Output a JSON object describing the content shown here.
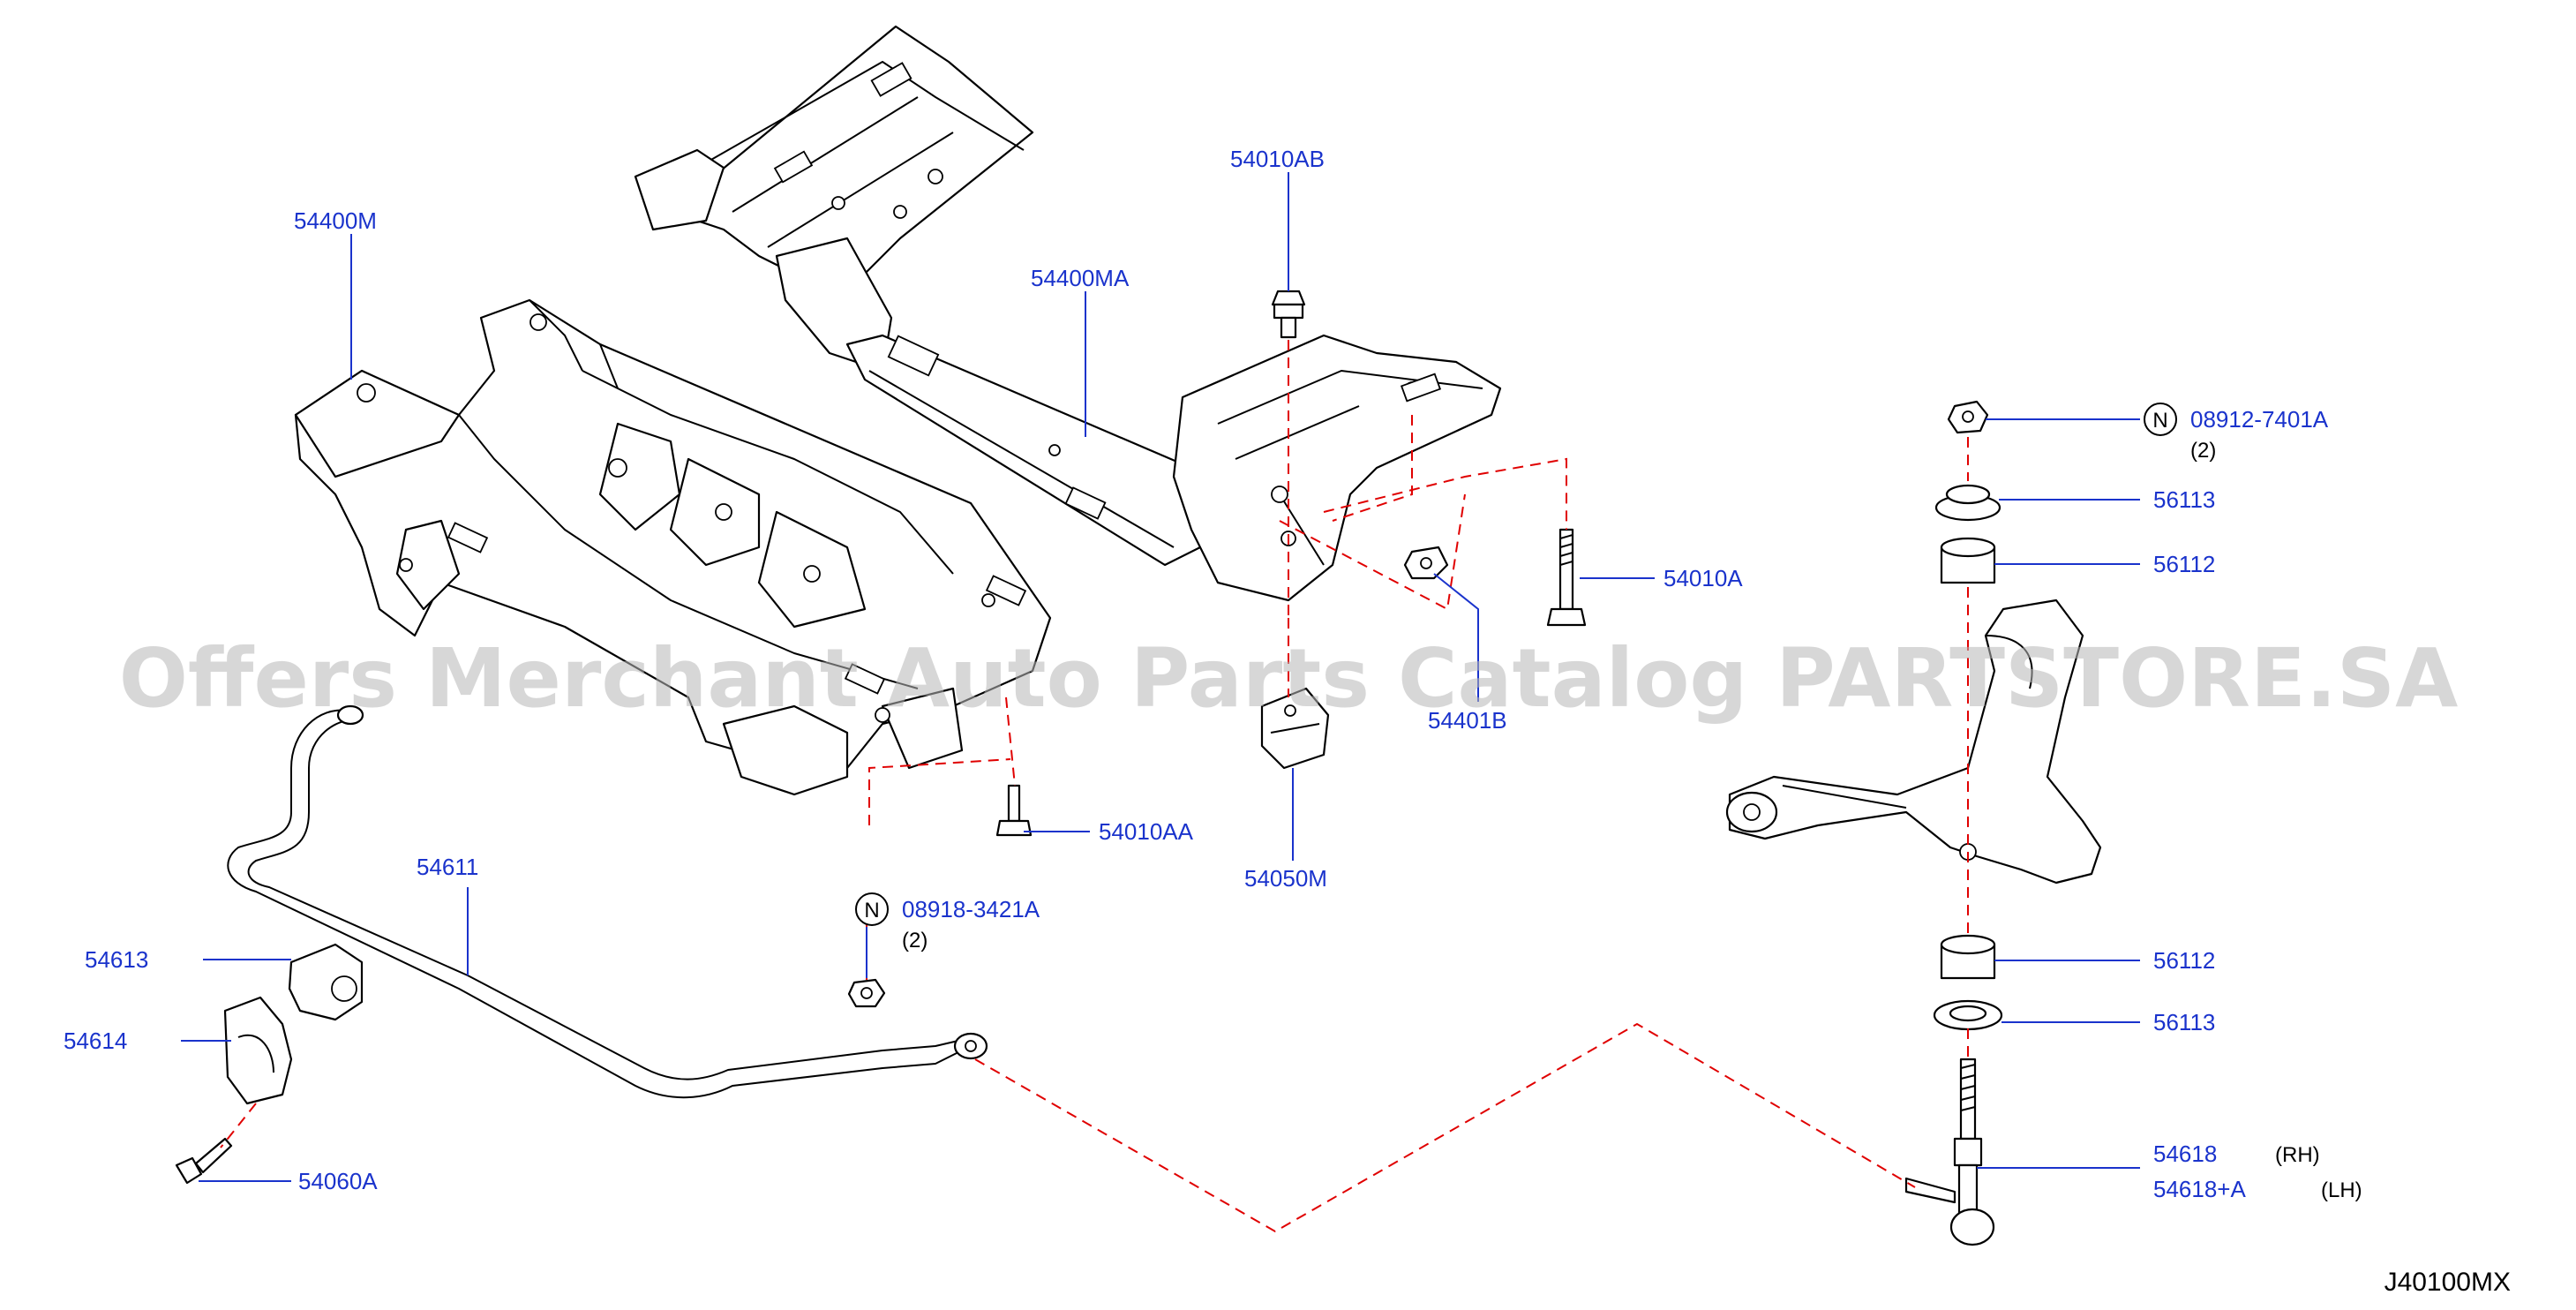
{
  "watermark": "Offers Merchant Auto Parts Catalog PARTSTORE.SA",
  "diagram_code": "J40100MX",
  "labels": {
    "p54400M": "54400M",
    "p54400MA": "54400MA",
    "p54010AB": "54010AB",
    "p54010A": "54010A",
    "p54401B": "54401B",
    "p54050M": "54050M",
    "p54010AA": "54010AA",
    "p54611": "54611",
    "p54613": "54613",
    "p54614": "54614",
    "p54060A": "54060A",
    "p08918": "08918-3421A",
    "p08918_qty": "(2)",
    "p08912": "08912-7401A",
    "p08912_qty": "(2)",
    "p56113_top": "56113",
    "p56112_top": "56112",
    "p56112_bot": "56112",
    "p56113_bot": "56113",
    "p54618": "54618",
    "p54618_side": "(RH)",
    "p54618A": "54618+A",
    "p54618A_side": "(LH)",
    "n_symbol": "N"
  },
  "colors": {
    "label_blue": "#1a33cc",
    "guide_red": "#e00000",
    "watermark_grey": "#b8b8b8"
  }
}
